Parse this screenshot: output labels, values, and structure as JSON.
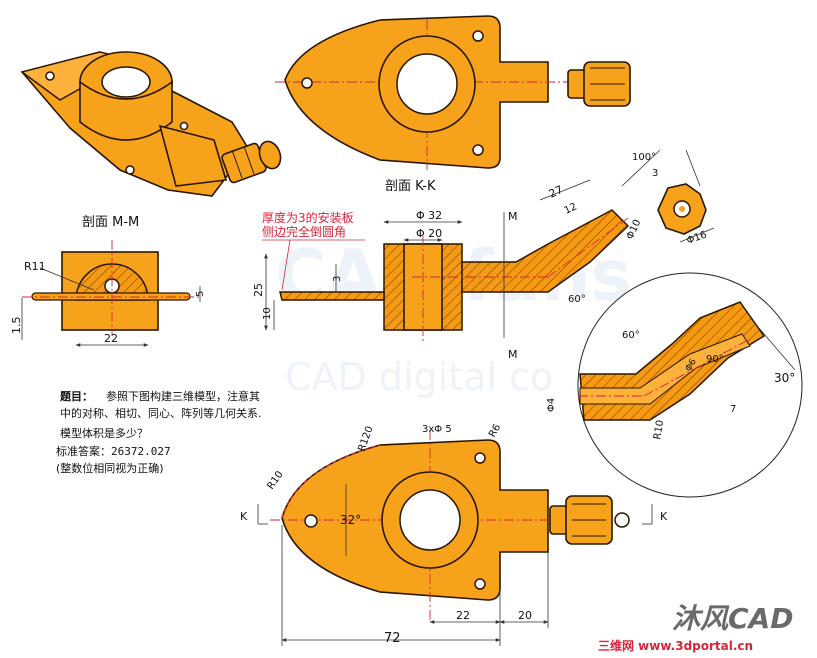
{
  "watermark": {
    "text": "CAD digital co"
  },
  "views": {
    "kk_caption": "剖面 K-K",
    "mm_caption": "剖面 M-M",
    "m_top": "M",
    "m_bottom": "M",
    "k_left": "K",
    "k_right": "K"
  },
  "note": {
    "line1": "厚度为3的安装板",
    "line2": "侧边完全倒圆角"
  },
  "question": {
    "title": "题目：",
    "line1": "参照下图构建三维模型，注意其",
    "line2": "中的对称、相切、同心、阵列等几何关系.",
    "line3": "模型体积是多少？",
    "answer": "标准答案：26372.027",
    "note": "(整数位相同视为正确)"
  },
  "dims": {
    "r11": "R11",
    "mm_22": "22",
    "mm_5": "5",
    "mm_1_5": "1.5",
    "phi32": "Φ 32",
    "phi20": "Φ 20",
    "h25": "25",
    "h10": "10",
    "h3": "3",
    "a60_main": "60°",
    "l27": "27",
    "l12": "12",
    "phi10": "Φ10",
    "a100": "100°",
    "d3": "3",
    "phi16": "Φ16",
    "a60_detail": "60°",
    "a90": "90°",
    "phi6": "Φ6",
    "phi4": "Φ4",
    "d7": "7",
    "r10_detail": "R10",
    "a30": "30°",
    "a32": "32°",
    "l72": "72",
    "l22": "22",
    "l20": "20",
    "r120": "R120",
    "holes": "3xΦ 5",
    "r6": "R6",
    "r10_bottom": "R10"
  },
  "logo": {
    "brand": "沐风CAD",
    "site": "三维网 www.3dportal.cn"
  }
}
